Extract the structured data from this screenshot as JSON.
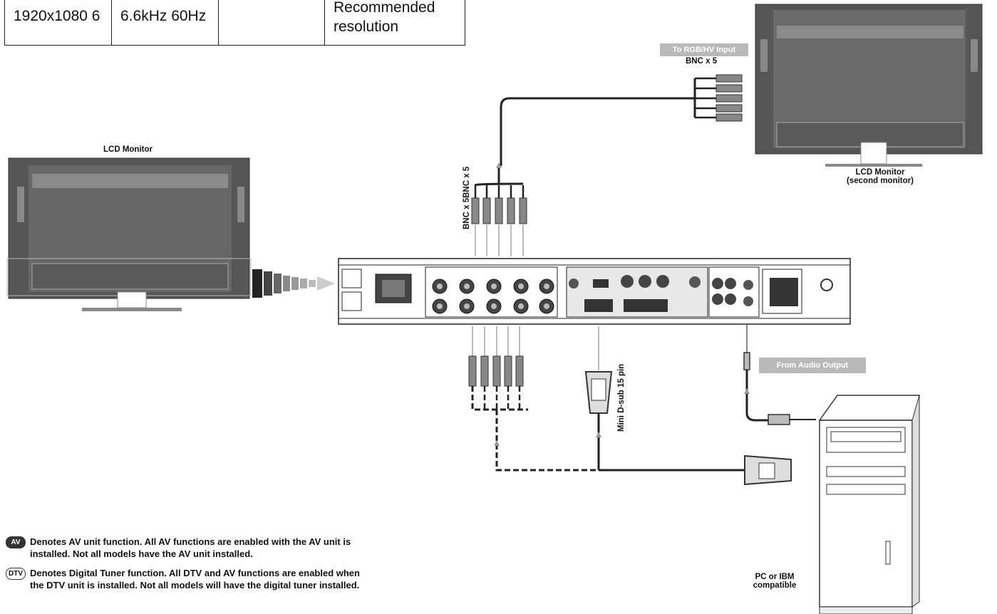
{
  "table": {
    "cells": [
      "1920x1080 6",
      "6.6kHz 60Hz",
      "",
      "Recommended resolution"
    ]
  },
  "labels": {
    "lcd_monitor": "LCD Monitor",
    "second_monitor_line1": "LCD Monitor",
    "second_monitor_line2": "(second monitor)",
    "to_rgb_input": "To RGB/HV Input",
    "bnc_x5_top": "BNC x 5",
    "bnc_vertical": "BNC x 5BNC x 5",
    "mini_dsub": "Mini D-sub 15 pin",
    "from_audio": "From Audio Output",
    "pc_line1": "PC or IBM",
    "pc_line2": "compatible"
  },
  "notes": [
    {
      "badge": "AV",
      "text": "Denotes AV unit function. All AV functions are enabled with the AV unit is installed. Not all models have the AV unit installed."
    },
    {
      "badge": "DTV",
      "text": "Denotes Digital Tuner function. All DTV and AV functions are enabled when the DTV unit is installed. Not all models will have the digital tuner installed."
    }
  ]
}
